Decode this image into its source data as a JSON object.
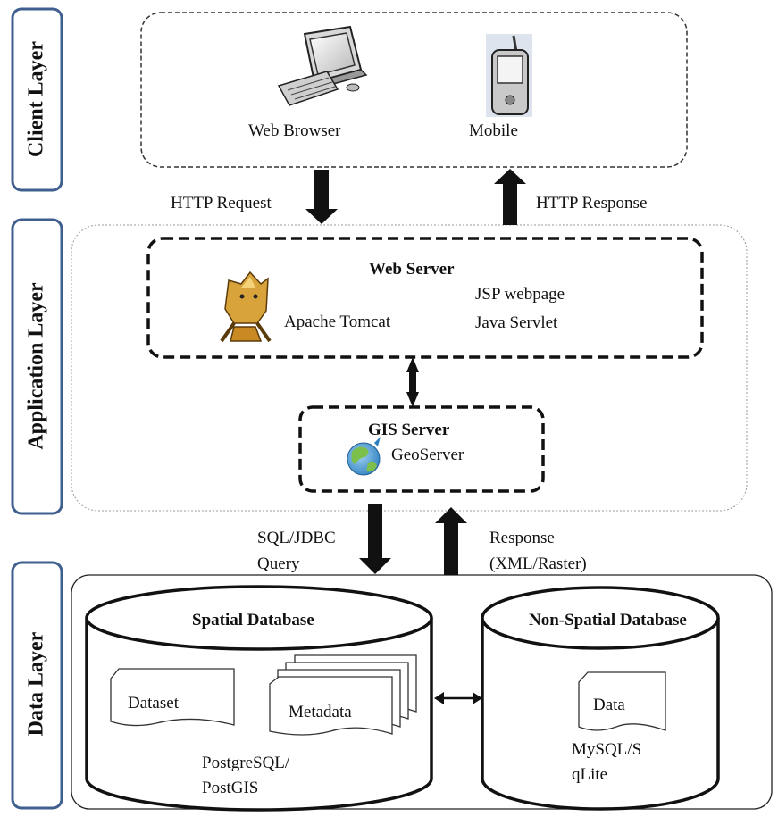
{
  "layers": {
    "client": "Client Layer",
    "application": "Application Layer",
    "data": "Data  Layer"
  },
  "client": {
    "web_browser": "Web Browser",
    "mobile": "Mobile"
  },
  "flows": {
    "http_request": "HTTP Request",
    "http_response": "HTTP Response",
    "sql_line1": "SQL/JDBC",
    "sql_line2": "Query",
    "resp_line1": "Response",
    "resp_line2": "(XML/Raster)"
  },
  "web_server": {
    "title": "Web Server",
    "tomcat": "Apache Tomcat",
    "jsp": "JSP webpage",
    "servlet": "Java Servlet"
  },
  "gis_server": {
    "title": "GIS Server",
    "geoserver": "GeoServer"
  },
  "spatial_db": {
    "title": "Spatial Database",
    "dataset": "Dataset",
    "metadata": "Metadata",
    "engine_line1": "PostgreSQL/",
    "engine_line2": "PostGIS"
  },
  "nonspatial_db": {
    "title": "Non-Spatial Database",
    "data": "Data",
    "engine_line1": "MySQL/S",
    "engine_line2": "qLite"
  },
  "icons": [
    "desktop-computer-icon",
    "mobile-phone-icon",
    "tomcat-cat-icon",
    "globe-geoserver-icon"
  ],
  "colors": {
    "layer_tab_border": "#3f5f8f",
    "arrow": "#111111"
  }
}
